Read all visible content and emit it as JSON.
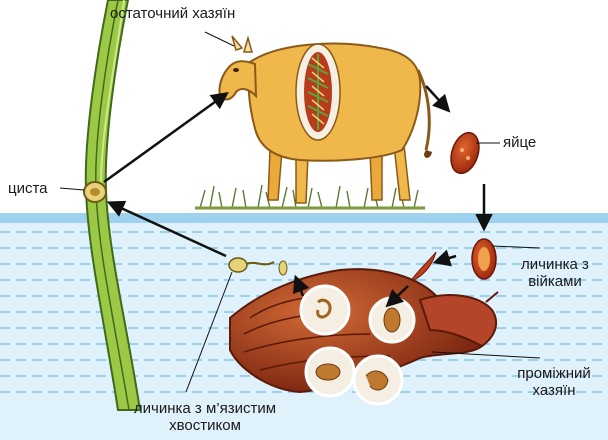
{
  "labels": {
    "final_host": "остаточний хазяїн",
    "egg": "яйце",
    "cyst": "циста",
    "ciliated_larva_line1": "личинка з",
    "ciliated_larva_line2": "війками",
    "intermediate_host_line1": "проміжний",
    "intermediate_host_line2": "хазяїн",
    "tailed_larva_line1": "личинка з м’язистим",
    "tailed_larva_line2": "хвостиком"
  },
  "colors": {
    "water_top": "#bfe3f5",
    "water_line": "#7ec3e6",
    "cow_body": "#f0b84a",
    "cow_outline": "#8a5a18",
    "grass": "#5a7a2e",
    "reed": "#8ab83c",
    "reed_dark": "#3f6b1c",
    "snail_shell": "#9c3a1c",
    "snail_light": "#c8602e",
    "egg": "#c0401c",
    "arrow": "#111111"
  }
}
